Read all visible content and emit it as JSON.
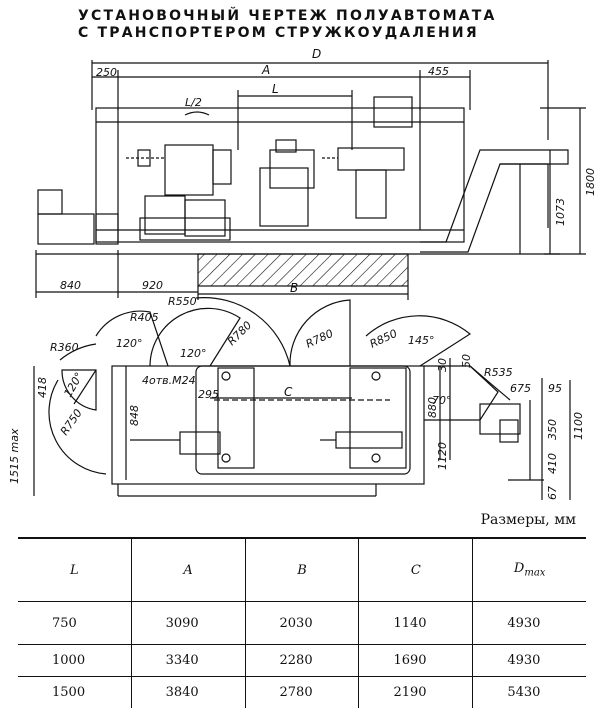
{
  "title": {
    "line1": "УСТАНОВОЧНЫЙ ЧЕРТЕЖ ПОЛУАВТОМАТА",
    "line2": "С ТРАНСПОРТЕРОМ СТРУЖКОУДАЛЕНИЯ"
  },
  "front_view": {
    "dim_D": "D",
    "dim_250": "250",
    "dim_A": "A",
    "dim_455": "455",
    "dim_L": "L",
    "dim_840": "840",
    "dim_920": "920",
    "dim_B": "B",
    "dim_1073": "1073",
    "dim_1800": "1800",
    "marker_L2": "L/2"
  },
  "plan_view": {
    "r550": "R550",
    "r405": "R405",
    "r360": "R360",
    "r780a": "R780",
    "r780b": "R780",
    "r850": "R850",
    "r535": "R535",
    "r750": "R750",
    "a120a": "120°",
    "a120b": "120°",
    "a120c": "120°",
    "a145": "145°",
    "a70": "70°",
    "d418": "418",
    "d848": "848",
    "d1515": "1515 max",
    "holes": "4отв.М24",
    "d295": "295",
    "dim_C": "C",
    "d880": "880",
    "d1120": "1120",
    "d30": "30",
    "d50": "50",
    "d675": "675",
    "d95": "95",
    "d1100": "1100",
    "d350": "350",
    "d410": "410",
    "d67": "67"
  },
  "units": "Размеры, мм",
  "table": {
    "headers": [
      "L",
      "A",
      "B",
      "C",
      "D"
    ],
    "header_sub": "max",
    "rows": [
      [
        "750",
        "3090",
        "2030",
        "1140",
        "4930"
      ],
      [
        "1000",
        "3340",
        "2280",
        "1690",
        "4930"
      ],
      [
        "1500",
        "3840",
        "2780",
        "2190",
        "5430"
      ]
    ]
  }
}
